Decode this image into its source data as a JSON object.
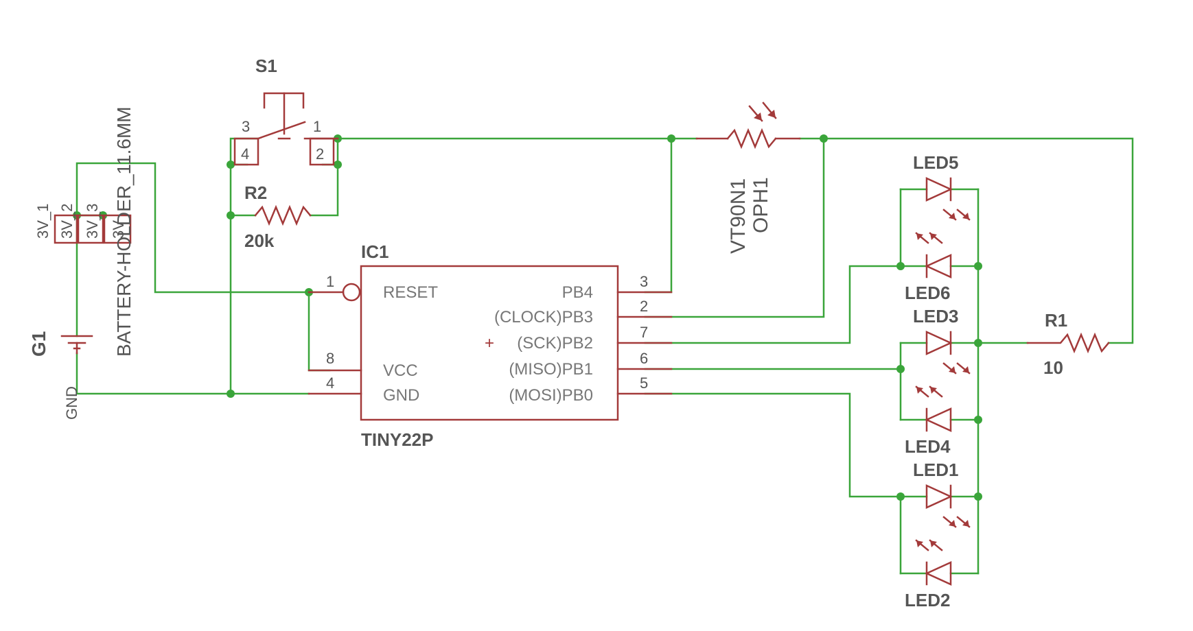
{
  "parts": {
    "s1": "S1",
    "r2": "R2",
    "r2_value": "20k",
    "ic1": "IC1",
    "ic1_value": "TINY22P",
    "r1": "R1",
    "r1_value": "10",
    "g1": "G1",
    "battery": "BATTERY-HOLDER_11.6MM",
    "gnd": "GND",
    "pad_3v1": "3V_1",
    "pad_3v2": "3V_2",
    "pad_3v3": "3V_3",
    "pad_3v": "3V",
    "ldr_name": "OPH1",
    "ldr_value": "VT90N1",
    "led1": "LED1",
    "led2": "LED2",
    "led3": "LED3",
    "led4": "LED4",
    "led5": "LED5",
    "led6": "LED6"
  },
  "switch_pins": {
    "p1": "1",
    "p2": "2",
    "p3": "3",
    "p4": "4"
  },
  "ic_pins": {
    "reset": "RESET",
    "vcc": "VCC",
    "gnd": "GND",
    "pb4": "PB4",
    "pb3": "(CLOCK)PB3",
    "pb2_mark": "+",
    "pb2": "(SCK)PB2",
    "pb1": "(MISO)PB1",
    "pb0": "(MOSI)PB0",
    "n1": "1",
    "n8": "8",
    "n4": "4",
    "n3": "3",
    "n2": "2",
    "n7": "7",
    "n6": "6",
    "n5": "5"
  },
  "colors": {
    "wire": "#3aa53a",
    "symbol": "#a33a3a",
    "text": "#555555"
  }
}
